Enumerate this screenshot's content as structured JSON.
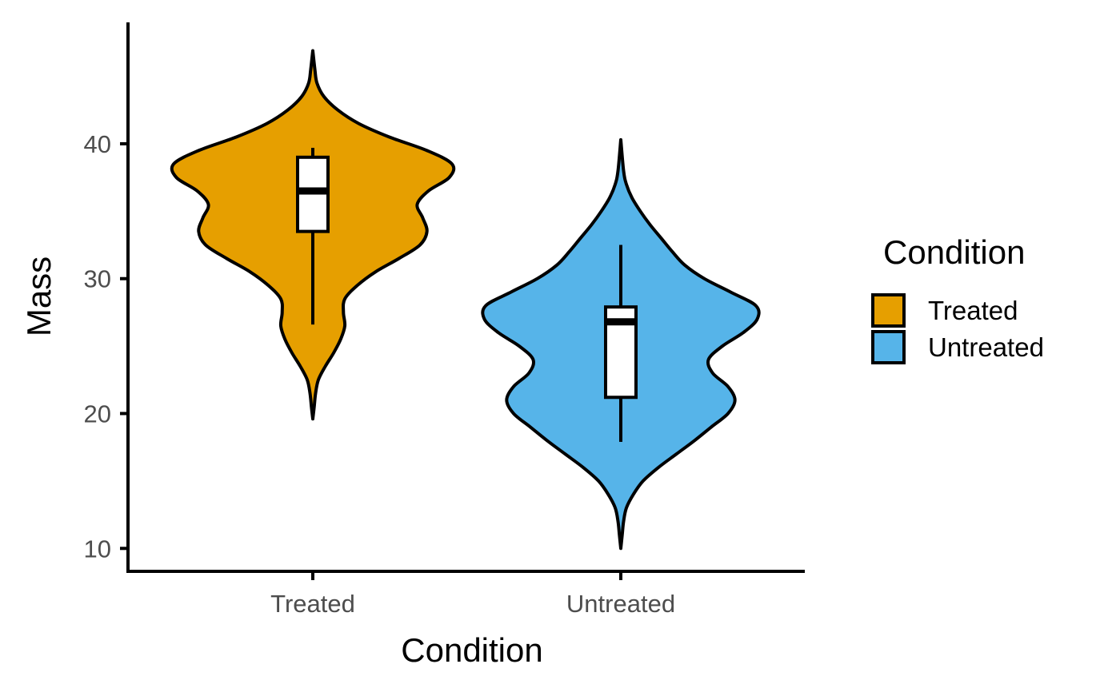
{
  "chart_data": {
    "type": "violin",
    "xlabel": "Condition",
    "ylabel": "Mass",
    "ylim": [
      8.3,
      49
    ],
    "yticks": [
      10,
      20,
      30,
      40
    ],
    "categories": [
      "Treated",
      "Untreated"
    ],
    "grid": false,
    "legend": {
      "title": "Condition",
      "placement": "right",
      "items": [
        "Treated",
        "Untreated"
      ]
    },
    "colors": {
      "Treated": "#E69F00",
      "Untreated": "#56B4E9",
      "outline": "#000000",
      "box_fill": "#FFFFFF"
    },
    "series": [
      {
        "name": "Treated",
        "color": "#E69F00",
        "density": [
          [
            19.6,
            0.0
          ],
          [
            20.5,
            0.01
          ],
          [
            21.5,
            0.02
          ],
          [
            22.5,
            0.04
          ],
          [
            23.5,
            0.09
          ],
          [
            24.5,
            0.15
          ],
          [
            25.5,
            0.2
          ],
          [
            26.5,
            0.23
          ],
          [
            27.5,
            0.22
          ],
          [
            28.5,
            0.23
          ],
          [
            29.5,
            0.32
          ],
          [
            30.5,
            0.45
          ],
          [
            31.5,
            0.62
          ],
          [
            32.5,
            0.77
          ],
          [
            33.5,
            0.82
          ],
          [
            34.5,
            0.79
          ],
          [
            35.5,
            0.75
          ],
          [
            36.5,
            0.83
          ],
          [
            37.5,
            0.98
          ],
          [
            38.5,
            1.0
          ],
          [
            39.5,
            0.82
          ],
          [
            40.5,
            0.55
          ],
          [
            41.5,
            0.33
          ],
          [
            42.5,
            0.18
          ],
          [
            43.5,
            0.08
          ],
          [
            44.5,
            0.03
          ],
          [
            45.5,
            0.015
          ],
          [
            46.9,
            0.0
          ]
        ],
        "box": {
          "whisker_low": 26.6,
          "q1": 33.5,
          "median": 36.5,
          "q3": 39.0,
          "whisker_high": 39.7
        }
      },
      {
        "name": "Untreated",
        "color": "#56B4E9",
        "density": [
          [
            10.0,
            0.0
          ],
          [
            11.0,
            0.01
          ],
          [
            12.0,
            0.02
          ],
          [
            13.0,
            0.04
          ],
          [
            14.0,
            0.09
          ],
          [
            15.0,
            0.16
          ],
          [
            16.0,
            0.27
          ],
          [
            17.0,
            0.4
          ],
          [
            18.0,
            0.53
          ],
          [
            19.0,
            0.65
          ],
          [
            20.0,
            0.77
          ],
          [
            21.0,
            0.82
          ],
          [
            22.0,
            0.77
          ],
          [
            23.0,
            0.66
          ],
          [
            24.0,
            0.63
          ],
          [
            25.0,
            0.73
          ],
          [
            26.0,
            0.88
          ],
          [
            27.0,
            0.98
          ],
          [
            28.0,
            0.97
          ],
          [
            29.0,
            0.79
          ],
          [
            30.0,
            0.6
          ],
          [
            31.0,
            0.46
          ],
          [
            32.0,
            0.37
          ],
          [
            33.0,
            0.29
          ],
          [
            34.0,
            0.21
          ],
          [
            35.0,
            0.14
          ],
          [
            36.0,
            0.08
          ],
          [
            37.0,
            0.04
          ],
          [
            38.0,
            0.02
          ],
          [
            40.3,
            0.0
          ]
        ],
        "box": {
          "whisker_low": 17.9,
          "q1": 21.2,
          "median": 26.8,
          "q3": 27.9,
          "whisker_high": 32.5
        }
      }
    ]
  }
}
